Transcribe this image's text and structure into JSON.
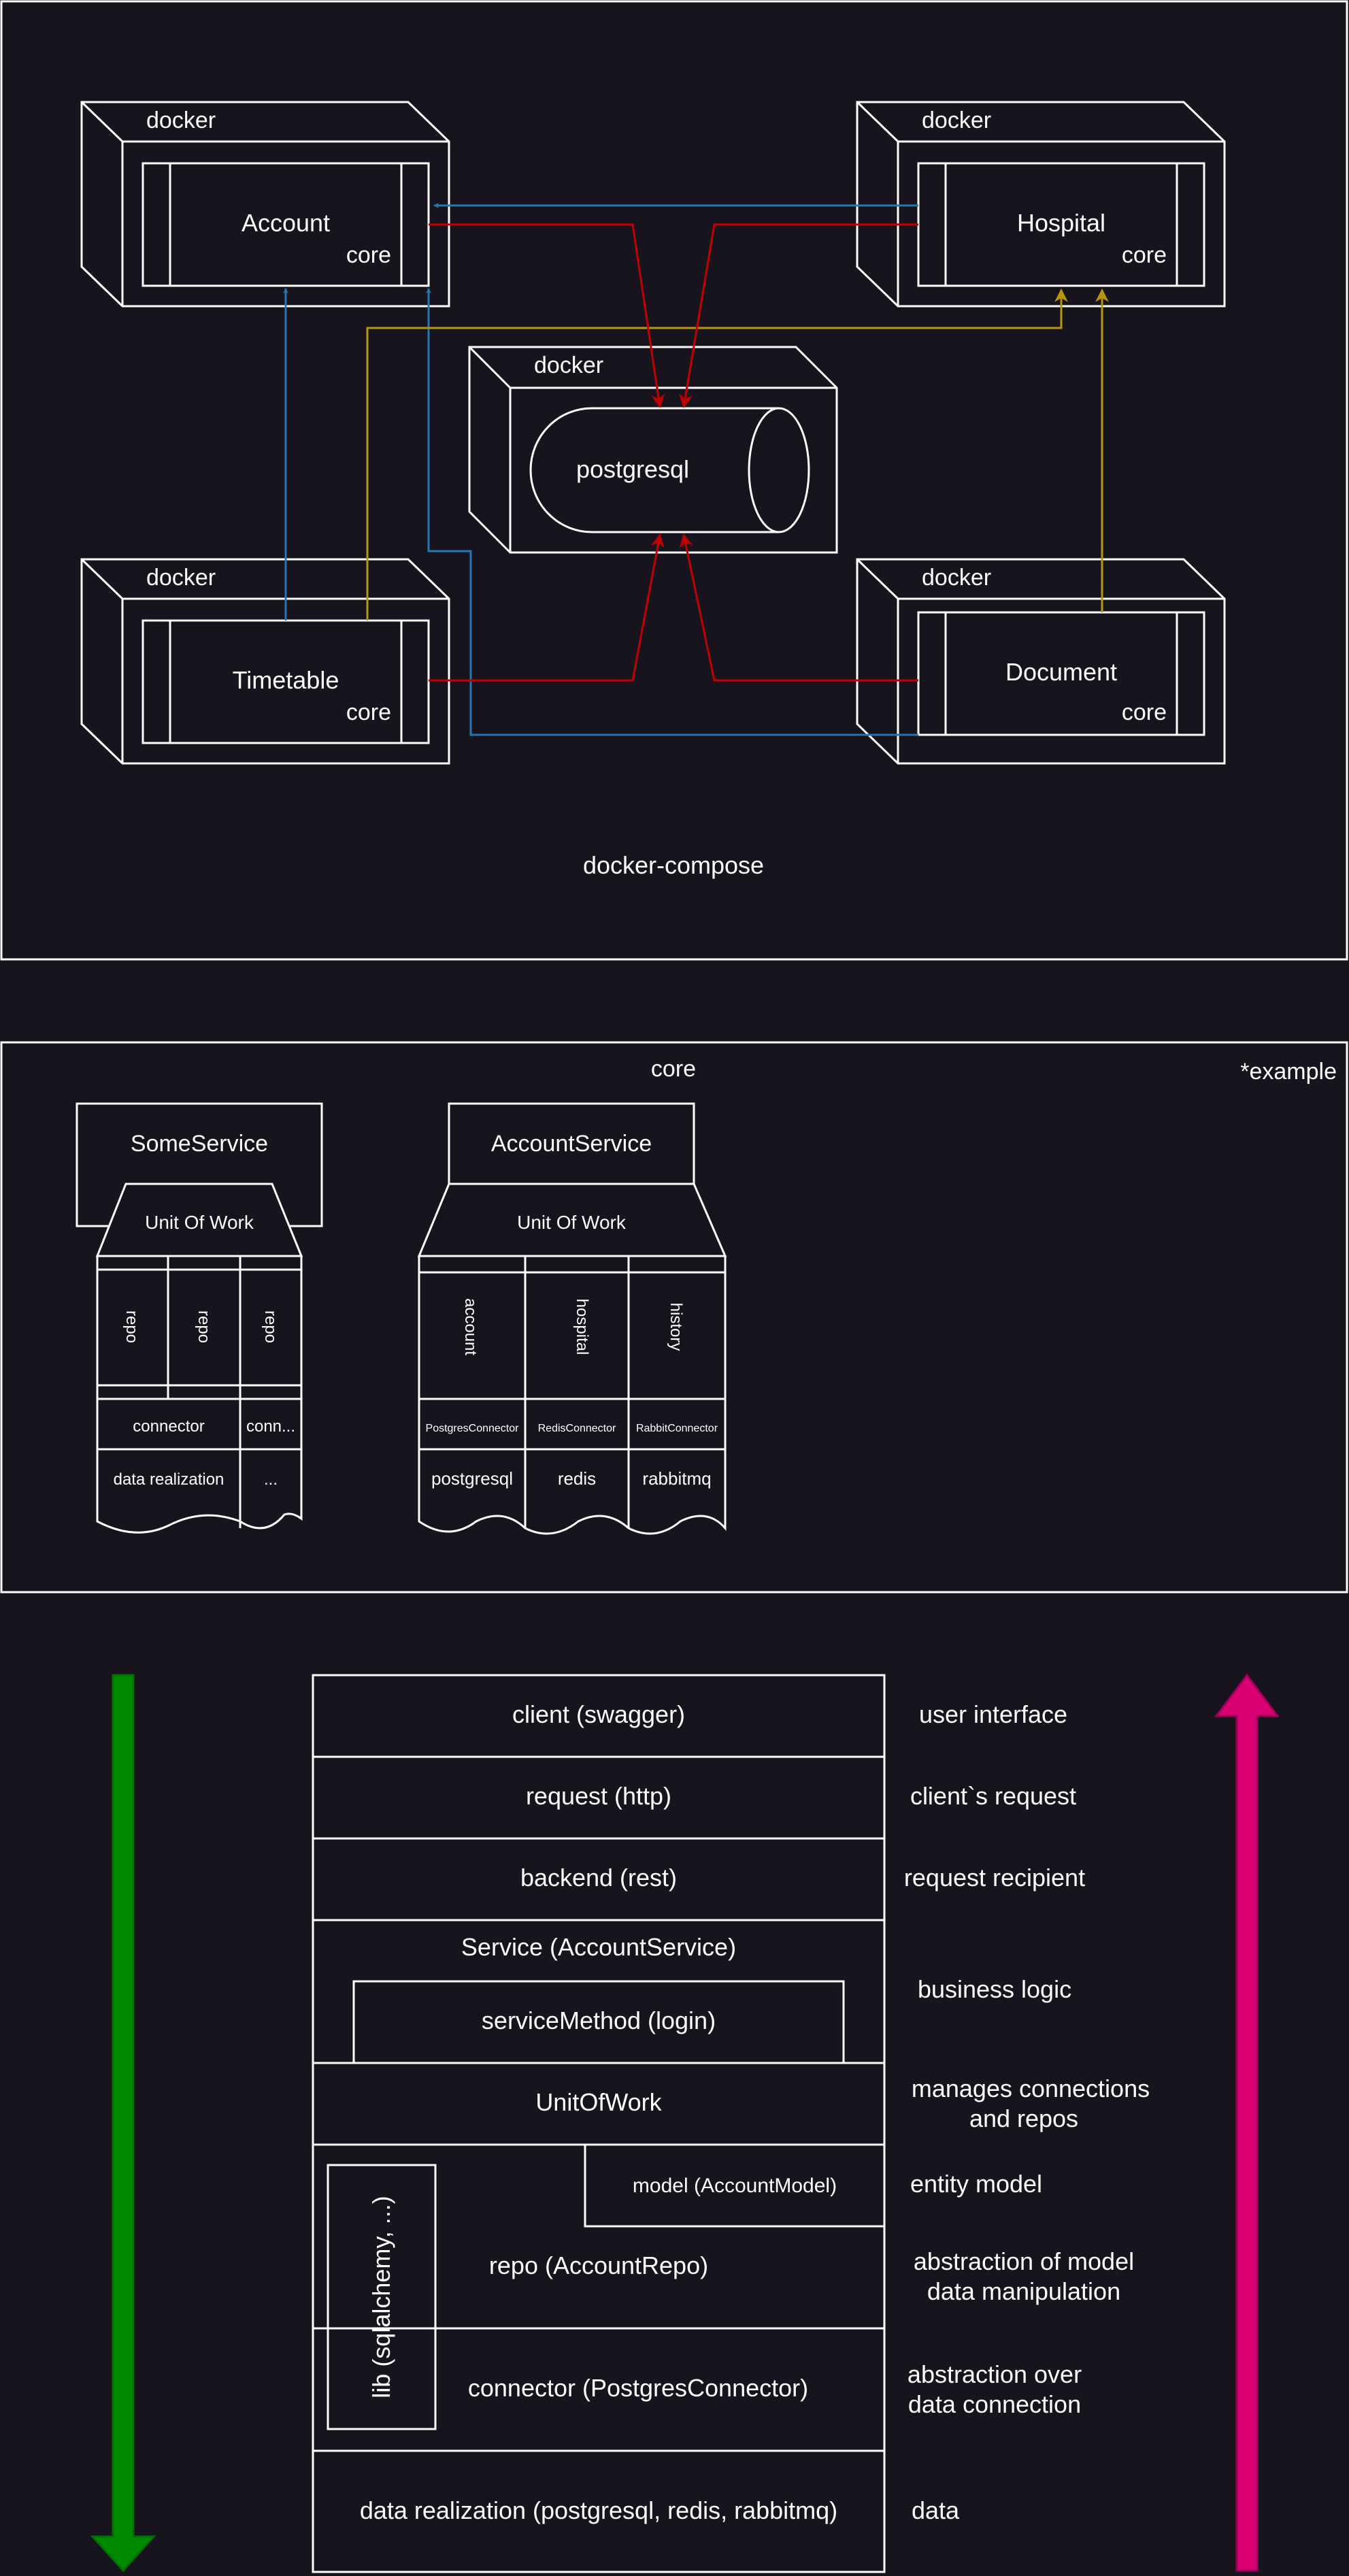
{
  "colors": {
    "background": "#18141d",
    "stroke": "#ffffff",
    "blue": "#1f77b4",
    "red": "#c00000",
    "yellow": "#b8960c",
    "green": "#008a00",
    "pink": "#d80073"
  },
  "compose": {
    "label": "docker-compose",
    "containers": {
      "account": {
        "docker_label": "docker",
        "name": "Account",
        "sub": "core"
      },
      "hospital": {
        "docker_label": "docker",
        "name": "Hospital",
        "sub": "core"
      },
      "timetable": {
        "docker_label": "docker",
        "name": "Timetable",
        "sub": "core"
      },
      "document": {
        "docker_label": "docker",
        "name": "Document",
        "sub": "core"
      },
      "database": {
        "docker_label": "docker",
        "name": "postgresql"
      }
    }
  },
  "core": {
    "title": "core",
    "note": "*example",
    "generic": {
      "service": "SomeService",
      "uow": "Unit Of Work",
      "repos": [
        "repo",
        "repo",
        "repo"
      ],
      "connectors": [
        "connector",
        "conn..."
      ],
      "realizations": [
        "data realization",
        "..."
      ]
    },
    "account": {
      "service": "AccountService",
      "uow": "Unit Of Work",
      "repos": [
        "account",
        "hospital",
        "history"
      ],
      "connectors": [
        "PostgresConnector",
        "RedisConnector",
        "RabbitConnector"
      ],
      "realizations": [
        "postgresql",
        "redis",
        "rabbitmq"
      ]
    }
  },
  "layers": {
    "client": "client (swagger)",
    "request": "request (http)",
    "backend": "backend (rest)",
    "service": "Service (AccountService)",
    "service_method": "serviceMethod (login)",
    "uow": "UnitOfWork",
    "model": "model (AccountModel)",
    "repo": "repo (AccountRepo)",
    "lib": "lib (sqlalchemy, ...)",
    "connector": "connector (PostgresConnector)",
    "data": "data realization (postgresql, redis, rabbitmq)",
    "descriptions": {
      "client": "user interface",
      "request": "client`s request",
      "backend": "request recipient",
      "service": "business logic",
      "uow_1": "manages connections",
      "uow_2": "and repos",
      "model": "entity model",
      "repo_1": "abstraction of model",
      "repo_2": "data manipulation",
      "connector_1": "abstraction over",
      "connector_2": "data connection",
      "data": "data"
    }
  }
}
